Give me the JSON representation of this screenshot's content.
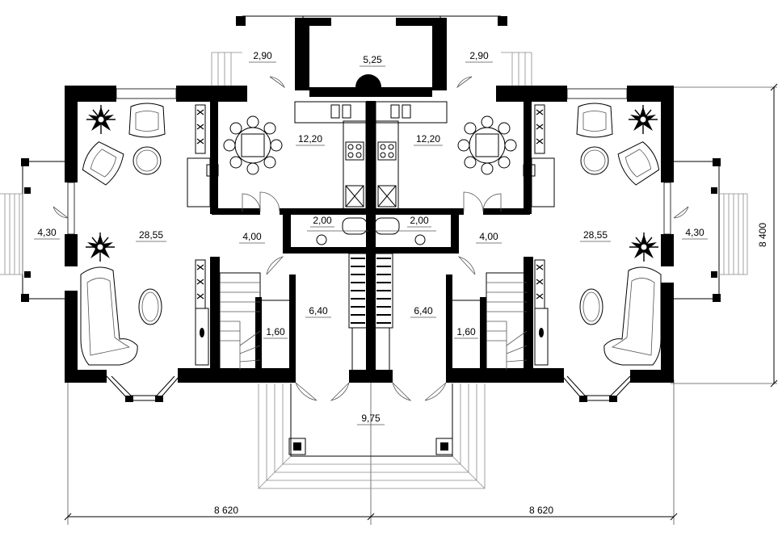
{
  "plan": {
    "rooms": {
      "porch_top": "5,25",
      "porch_left_top": "2,90",
      "porch_right_top": "2,90",
      "living_left": "28,55",
      "living_right": "28,55",
      "kitchen_left": "12,20",
      "kitchen_right": "12,20",
      "terrace_left": "4,30",
      "terrace_right": "4,30",
      "hall_left": "4,00",
      "hall_right": "4,00",
      "bath_left": "2,00",
      "bath_right": "2,00",
      "corridor_left": "6,40",
      "corridor_right": "6,40",
      "closet_left": "1,60",
      "closet_right": "1,60",
      "entrance": "9,75"
    },
    "dimensions": {
      "width_left": "8 620",
      "width_right": "8 620",
      "depth": "8 400"
    }
  }
}
